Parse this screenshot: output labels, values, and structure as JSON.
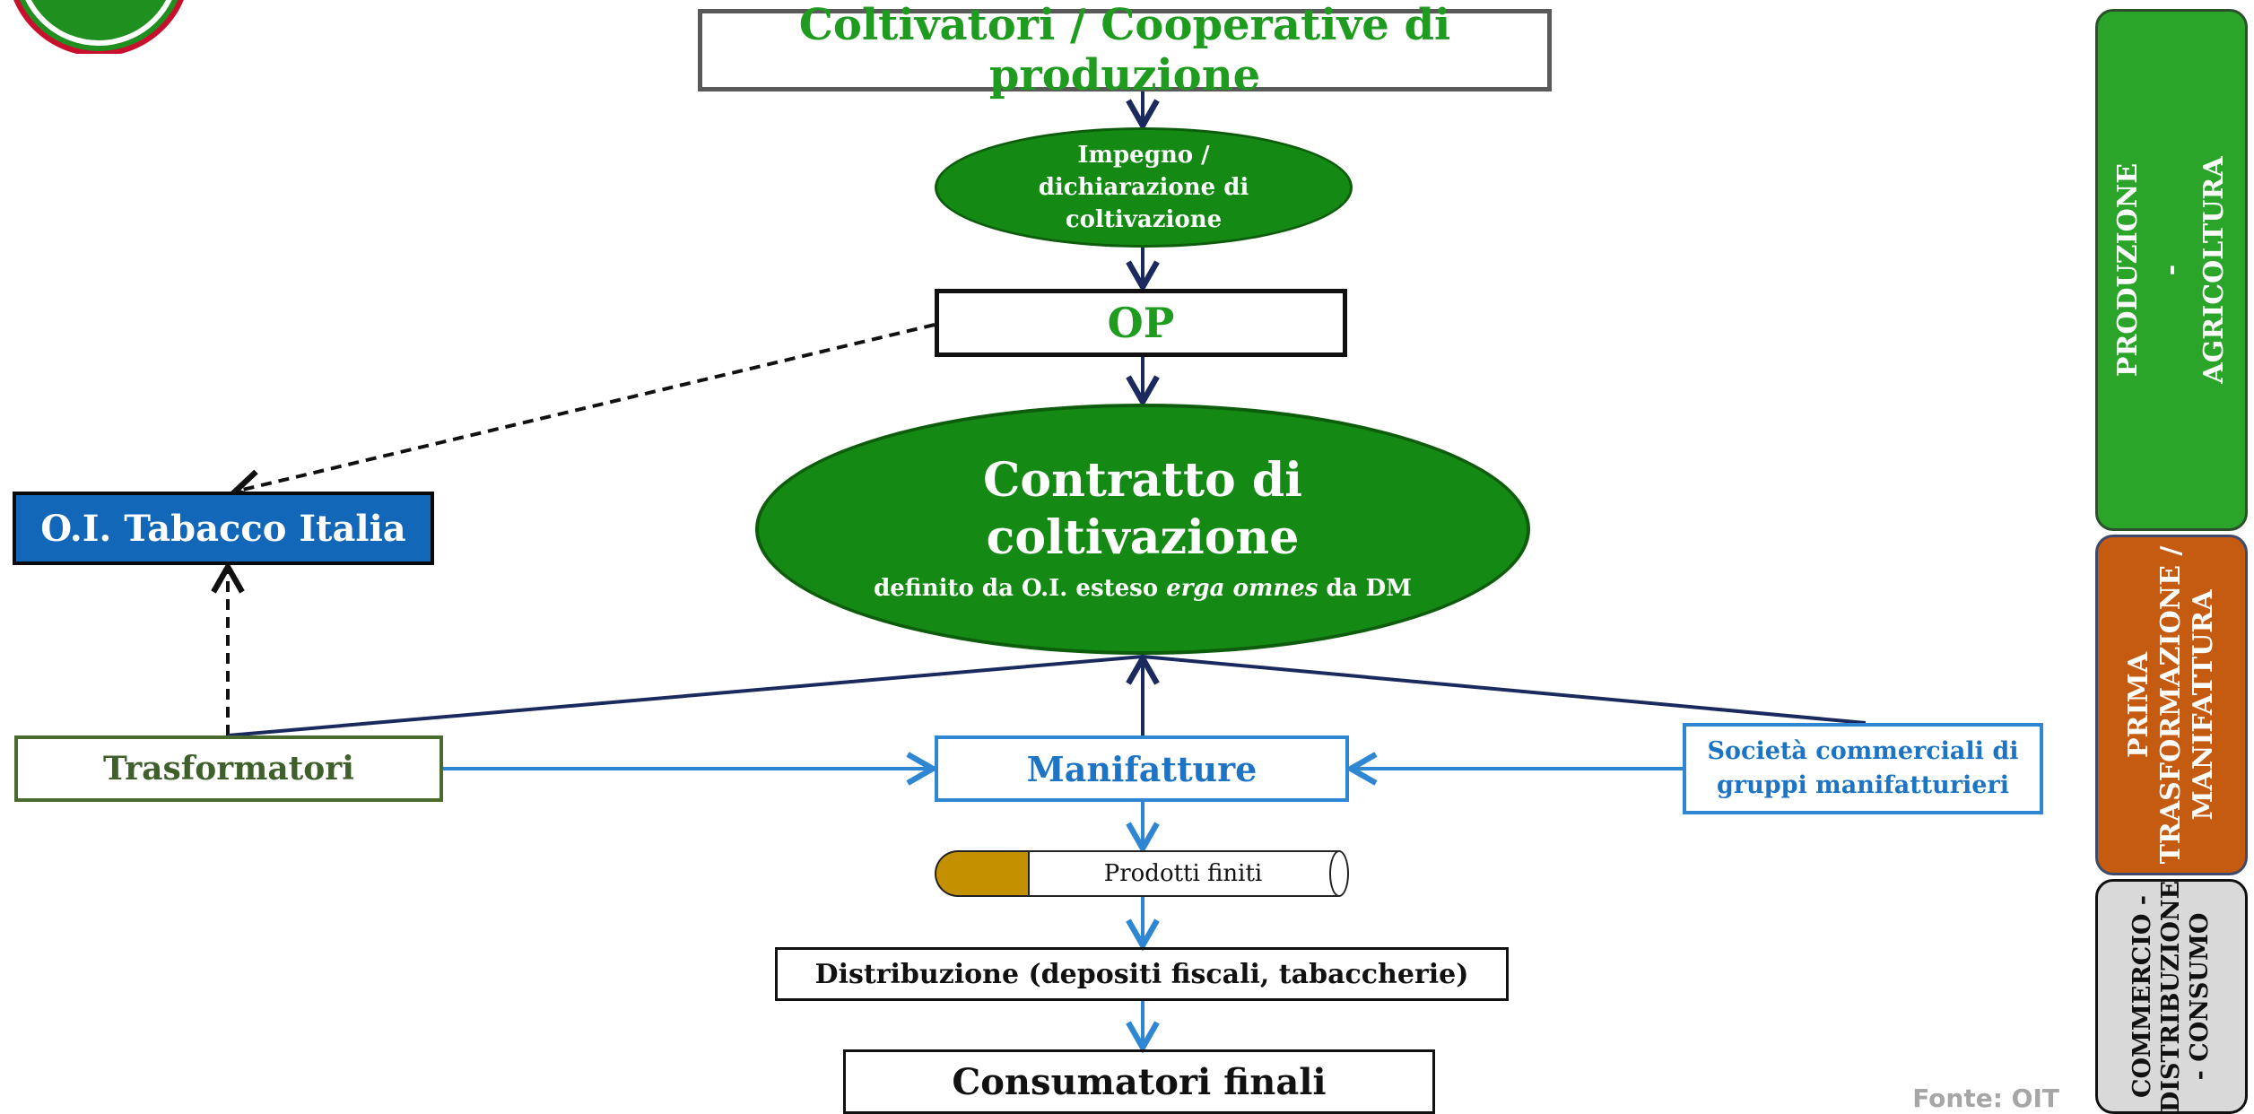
{
  "diagram": {
    "top_box": "Coltivatori / Cooperative di produzione",
    "commitment_ellipse": "Impegno / dichiarazione di coltivazione",
    "op_box": "OP",
    "contract_ellipse": {
      "title": "Contratto di coltivazione",
      "subtitle_prefix": "definito da O.I. esteso ",
      "subtitle_italic": "erga omnes",
      "subtitle_suffix": " da DM"
    },
    "oi_box": "O.I. Tabacco Italia",
    "trasformatori_box": "Trasformatori",
    "manifatture_box": "Manifatture",
    "societa_box": "Società commerciali di gruppi manifatturieri",
    "prodotti_label": "Prodotti finiti",
    "distribuzione_box": "Distribuzione (depositi fiscali, tabaccherie)",
    "consumatori_box": "Consumatori finali"
  },
  "side_panel": {
    "produzione": "PRODUZIONE\n-\nAGRICOLTURA",
    "trasformazione": "PRIMA\nTRASFORMAZIONE /\nMANIFATTURA",
    "commercio": "COMMERCIO -\nDISTRIBUZIONE\n- CONSUMO"
  },
  "source_note": "Fonte: OIT",
  "colors": {
    "green": "#148a14",
    "blue_box": "#1367b8",
    "orange": "#c55a11",
    "navy_arrow": "#1b2a5e",
    "light_blue_arrow": "#2f86d3"
  }
}
